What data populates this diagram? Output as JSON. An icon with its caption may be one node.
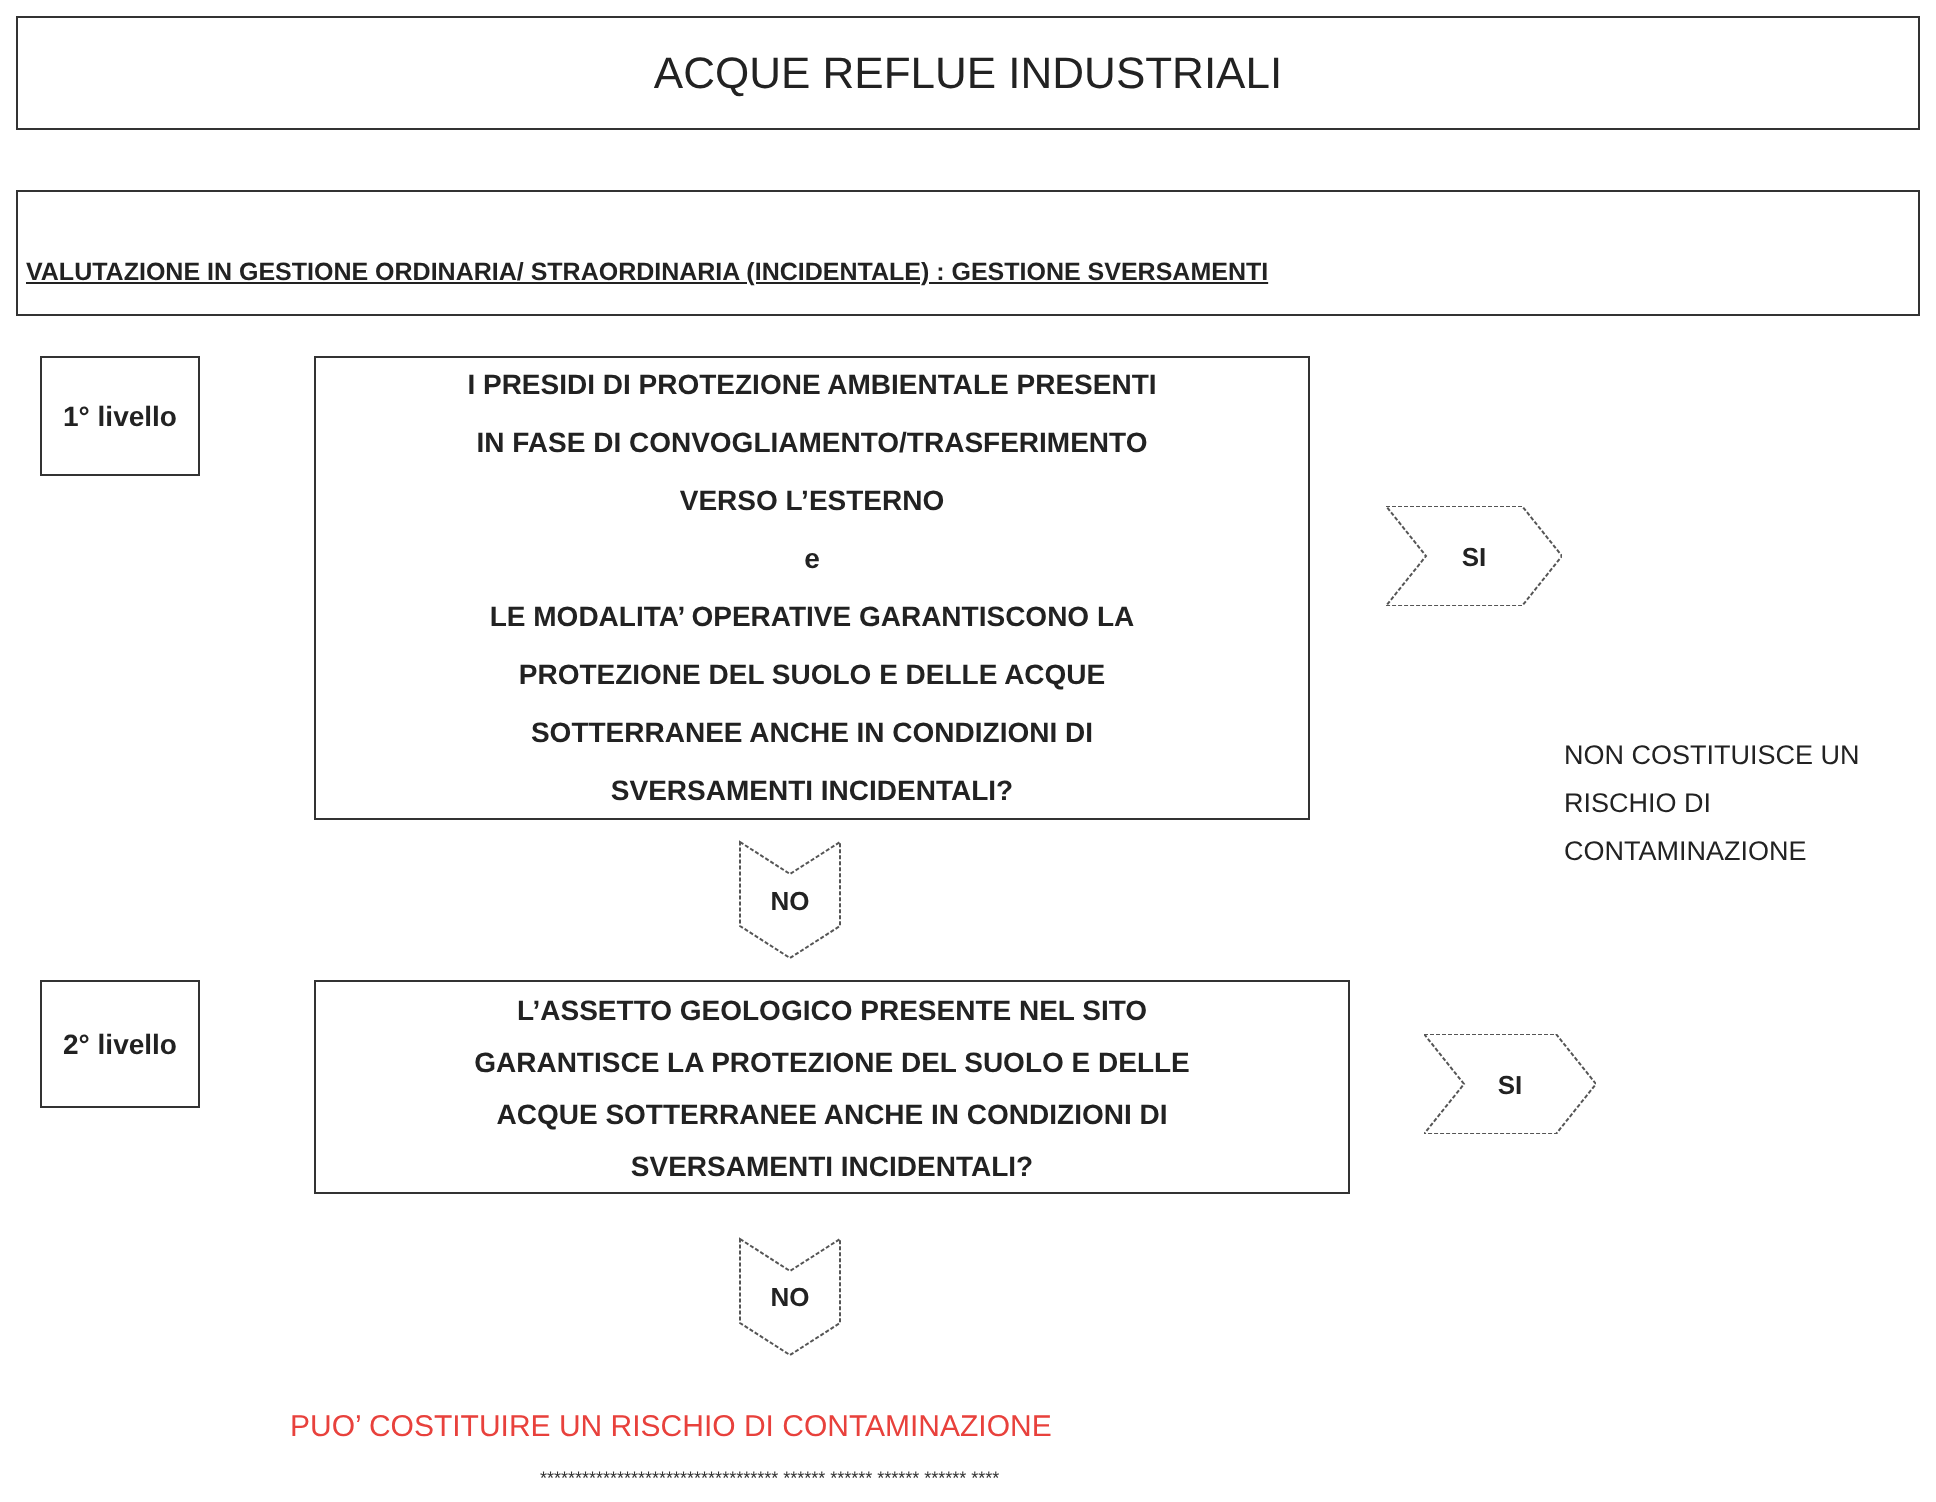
{
  "diagram": {
    "nodes": [
      {
        "text": [
          "ACQUE REFLUE INDUSTRIALI"
        ]
      },
      {
        "text": [
          "VALUTAZIONE IN GESTIONE ORDINARIA/ STRAORDINARIA (INCIDENTALE) : GESTIONE SVERSAMENTI"
        ]
      },
      {
        "text": [
          "1° livello"
        ]
      },
      {
        "text": [
          "I PRESIDI DI PROTEZIONE AMBIENTALE PRESENTI IN FASE DI CONVOGLIAMENTO/TRASFERIMENTO VERSO L’ESTERNO",
          "e",
          "LE MODALITA’ OPERATIVE GARANTISCONO LA PROTEZIONE DEL SUOLO E DELLE ACQUE SOTTERRANEE ANCHE IN CONDIZIONI DI SVERSAMENTI INCIDENTALI?"
        ]
      },
      {
        "text": [
          "SI"
        ]
      },
      {
        "text": [
          "2° livello"
        ]
      },
      {
        "text": [
          "L’ASSETTO GEOLOGICO PRESENTE NEL SITO GARANTISCE LA PROTEZIONE DEL SUOLO E DELLE ACQUE SOTTERRANEE ANCHE IN CONDIZIONI DI SVERSAMENTI INCIDENTALI?"
        ]
      },
      {
        "text": [
          "SI"
        ]
      },
      {
        "text": [
          "PUO’ COSTITUIRE UN RISCHIO DI CONTAMINAZIONE"
        ]
      }
    ],
    "edges": [
      {
        "from": 3,
        "to": 6,
        "arrow": "to",
        "label": "NO"
      },
      {
        "from": 6,
        "to": 8,
        "arrow": "to",
        "label": "NO"
      }
    ],
    "labels": [
      "NON COSTITUISCE UN RISCHIO DI CONTAMINAZIONE",
      "********************************** ****** ****** ****** ****** ****"
    ]
  }
}
